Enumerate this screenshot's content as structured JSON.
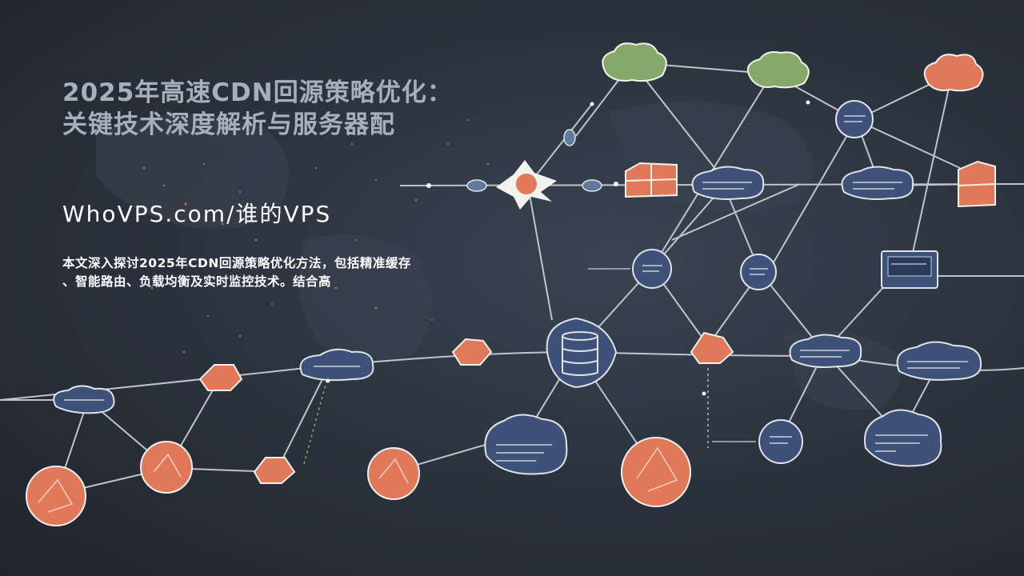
{
  "title": {
    "line1": "2025年高速CDN回源策略优化：",
    "line2": "关键技术深度解析与服务器配"
  },
  "site": {
    "name": "WhoVPS.com/谁的VPS"
  },
  "summary": {
    "line1": "本文深入探讨2025年CDN回源策略优化方法，包括精准缓存",
    "line2": "、智能路由、负载均衡及实时监控技术。结合高"
  },
  "colors": {
    "background": "#2c343f",
    "orange_node": "#e2785a",
    "green_cloud": "#84a96a",
    "navy_node": "#3e5179",
    "link_line": "#d9dde2"
  }
}
